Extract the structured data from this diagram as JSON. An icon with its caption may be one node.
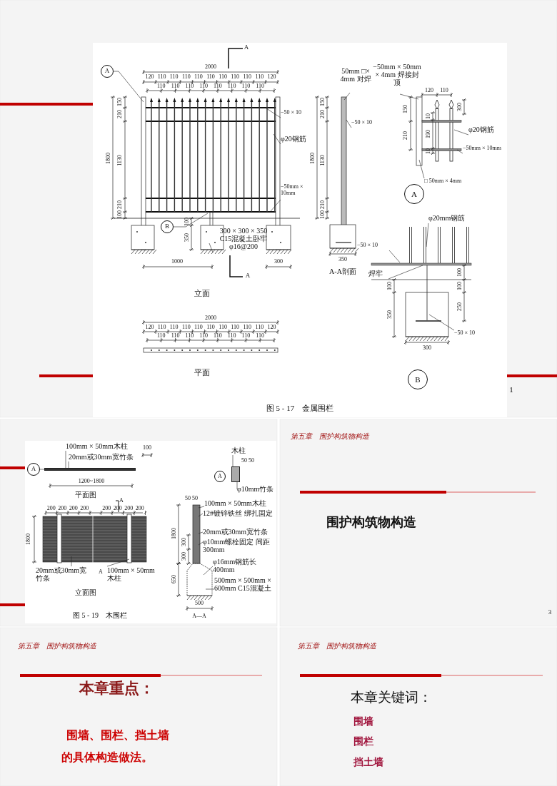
{
  "diagram": {
    "nodes": [
      {
        "text": [
          "A"
        ]
      },
      {
        "text": [
          "B"
        ]
      },
      {
        "text": [
          "−50 × 10"
        ]
      },
      {
        "text": [
          "φ20钢筋"
        ]
      },
      {
        "text": [
          "−50mm × 10mm"
        ]
      },
      {
        "text": [
          "300 × 300 × 350",
          "C15混凝土卧牢",
          "φ16@200"
        ]
      },
      {
        "text": [
          "50mm □× 4mm 对焊"
        ]
      },
      {
        "text": [
          "−50 × 10"
        ]
      },
      {
        "text": [
          "−50mm × 50mm × 4mm 焊接封顶"
        ]
      },
      {
        "text": [
          "φ20钢筋"
        ]
      },
      {
        "text": [
          "−50mm × 10mm"
        ]
      },
      {
        "text": [
          "□ 50mm × 4mm"
        ]
      },
      {
        "text": [
          "A"
        ]
      },
      {
        "text": [
          "φ20mm钢筋"
        ]
      },
      {
        "text": [
          "−50 × 10"
        ]
      },
      {
        "text": [
          "焊牢"
        ]
      },
      {
        "text": [
          "−50 × 10"
        ]
      },
      {
        "text": [
          "B"
        ]
      },
      {
        "text": [
          "A"
        ]
      },
      {
        "text": [
          "100mm × 50mm木柱"
        ]
      },
      {
        "text": [
          "20mm或30mm宽竹条"
        ]
      },
      {
        "text": [
          "20mm或30mm宽竹条"
        ]
      },
      {
        "text": [
          "100mm × 50mm木柱"
        ]
      },
      {
        "text": [
          "100mm × 50mm木柱"
        ]
      },
      {
        "text": [
          "12#镀锌铁丝 绑扎固定"
        ]
      },
      {
        "text": [
          "20mm或30mm宽竹条"
        ]
      },
      {
        "text": [
          "φ10mm螺栓固定 间距300mm"
        ]
      },
      {
        "text": [
          "φ16mm钢筋长400mm"
        ]
      },
      {
        "text": [
          "500mm × 500mm × 600mm C15混凝土"
        ]
      },
      {
        "text": [
          "木柱"
        ]
      },
      {
        "text": [
          "φ10mm竹条"
        ]
      },
      {
        "text": [
          "A"
        ]
      },
      {
        "text": [],
        "shape": "bar"
      },
      {
        "text": [],
        "shape": "bar"
      }
    ],
    "edges": [
      {
        "from": 0,
        "to": null,
        "arrow": "none"
      },
      {
        "from": 1,
        "to": null,
        "arrow": "none"
      },
      {
        "from": 2,
        "to": null,
        "arrow": "none"
      },
      {
        "from": 3,
        "to": null,
        "arrow": "none"
      },
      {
        "from": 4,
        "to": null,
        "arrow": "none"
      },
      {
        "from": 5,
        "to": null,
        "arrow": "none"
      },
      {
        "from": 6,
        "to": null,
        "arrow": "none"
      },
      {
        "from": 7,
        "to": null,
        "arrow": "none"
      },
      {
        "from": 8,
        "to": null,
        "arrow": "none"
      },
      {
        "from": 9,
        "to": null,
        "arrow": "none"
      },
      {
        "from": 10,
        "to": null,
        "arrow": "none"
      },
      {
        "from": 11,
        "to": null,
        "arrow": "none"
      },
      {
        "from": 13,
        "to": null,
        "arrow": "none"
      },
      {
        "from": 14,
        "to": null,
        "arrow": "none"
      },
      {
        "from": 15,
        "to": null,
        "arrow": "none"
      },
      {
        "from": 16,
        "to": null,
        "arrow": "none"
      },
      {
        "from": 18,
        "to": 32,
        "arrow": "none"
      },
      {
        "from": 19,
        "to": 32,
        "arrow": "none"
      },
      {
        "from": 20,
        "to": 32,
        "arrow": "none"
      },
      {
        "from": 21,
        "to": null,
        "arrow": "none"
      },
      {
        "from": 22,
        "to": null,
        "arrow": "none"
      },
      {
        "from": 23,
        "to": null,
        "arrow": "none"
      },
      {
        "from": 24,
        "to": null,
        "arrow": "none"
      },
      {
        "from": 25,
        "to": null,
        "arrow": "none"
      },
      {
        "from": 26,
        "to": null,
        "arrow": "none"
      },
      {
        "from": 27,
        "to": null,
        "arrow": "none"
      },
      {
        "from": 28,
        "to": null,
        "arrow": "none"
      },
      {
        "from": 29,
        "to": 33,
        "arrow": "none"
      },
      {
        "from": 30,
        "to": 33,
        "arrow": "none"
      }
    ],
    "labels": [
      "A",
      "2000",
      "120",
      "110",
      "110",
      "110",
      "110",
      "110",
      "110",
      "110",
      "110",
      "110",
      "120",
      "110",
      "110",
      "110",
      "110",
      "110",
      "110",
      "110",
      "110",
      "150",
      "210",
      "1800",
      "1130",
      "210",
      "100",
      "100",
      "350",
      "1000",
      "300",
      "A",
      "立面",
      "150",
      "210",
      "1800",
      "1130",
      "210",
      "100",
      "350",
      "A-A剖面",
      "120",
      "110",
      "150",
      "210",
      "10",
      "190",
      "10",
      "300",
      "100",
      "100",
      "100",
      "250",
      "350",
      "300",
      "2000",
      "120",
      "110",
      "110",
      "110",
      "110",
      "110",
      "110",
      "110",
      "110",
      "110",
      "120",
      "110",
      "110",
      "110",
      "110",
      "110",
      "110",
      "110",
      "110",
      "平面",
      "图 5 - 17　金属围栏",
      "1",
      "100",
      "1200~1800",
      "平面图",
      "A",
      "200",
      "200",
      "200",
      "200",
      "200",
      "200",
      "200",
      "200",
      "1800",
      "A",
      "立面图",
      "50 50",
      "1800",
      "300",
      "300",
      "650",
      "500",
      "A—A",
      "50 50",
      "图 5 - 19　木围栏",
      "第五章　围护构筑物构造",
      "围护构筑物构造",
      "3",
      "第五章　围护构筑物构造",
      "本章重点：",
      "围墙、围栏、挡土墙",
      "的具体构造做法。",
      "第五章　围护构筑物构造",
      "本章关键词：",
      "围墙",
      "围栏",
      "挡土墙"
    ]
  }
}
